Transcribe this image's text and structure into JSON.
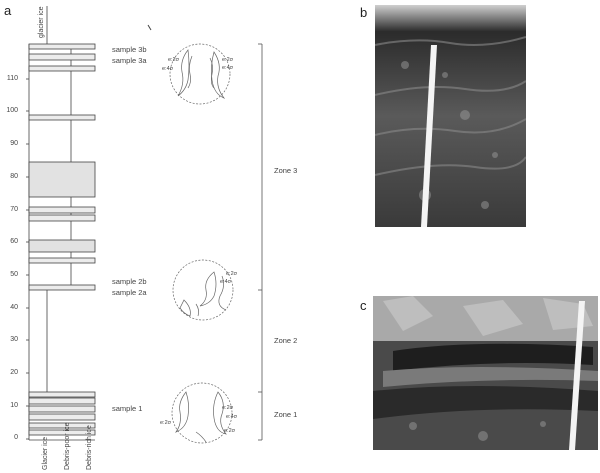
{
  "panels": {
    "a": "a",
    "b": "b",
    "c": "c"
  },
  "log": {
    "top_label": "glacier ice",
    "y_ticks": [
      "0",
      "10",
      "20",
      "30",
      "40",
      "50",
      "60",
      "70",
      "80",
      "90",
      "100",
      "110"
    ],
    "column_labels": [
      "Glacier ice",
      "Debris-poor ice",
      "Debris-rich ice"
    ],
    "samples": [
      "sample 3b",
      "sample 3a",
      "sample 2b",
      "sample 2a",
      "sample 1"
    ],
    "zones": [
      "Zone 3",
      "Zone 2",
      "Zone 1"
    ]
  },
  "stereonets": {
    "net3": [
      "e:2σ",
      "e:4σ",
      "e:2σ",
      "e:4σ"
    ],
    "net2": [
      "e:2σ",
      "e:4σ"
    ],
    "net1": [
      "e:2σ",
      "e:4σ",
      "e:2σ",
      "e:2σ"
    ]
  },
  "colors": {
    "debris_rich_fill": "#e6e6e6",
    "photo_dark": "#2a2a2a"
  }
}
